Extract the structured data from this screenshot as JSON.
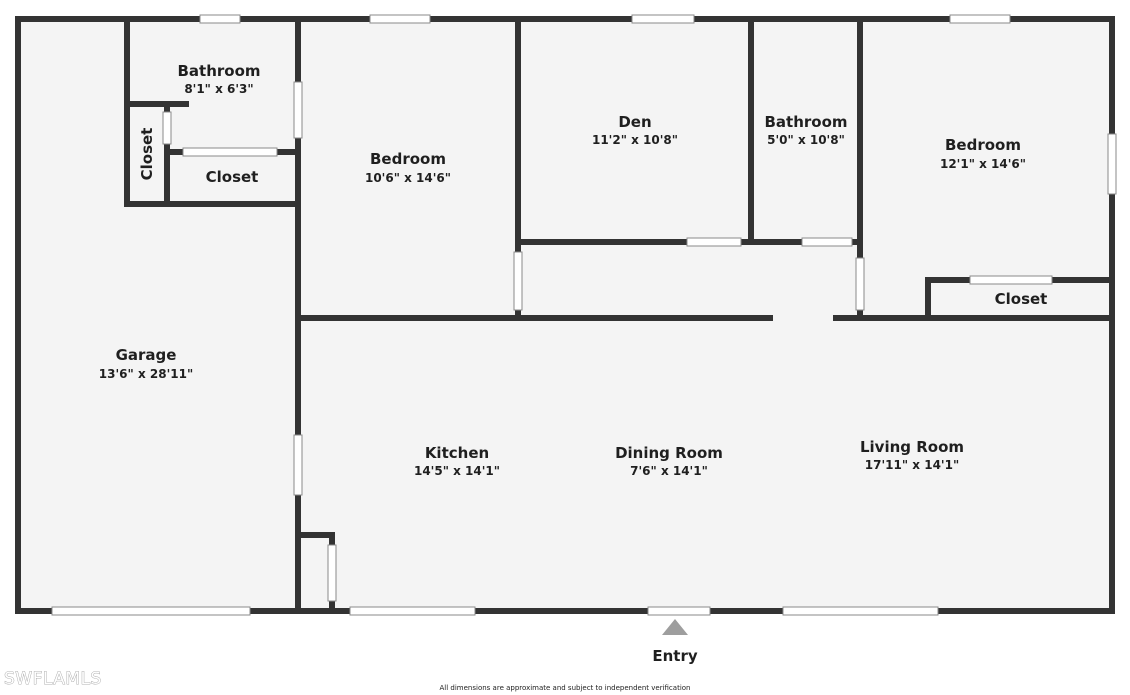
{
  "rooms": {
    "garage": {
      "name": "Garage",
      "dims": "13'6\" x 28'11\""
    },
    "bathroom_1": {
      "name": "Bathroom",
      "dims": "8'1\" x 6'3\""
    },
    "closet_1": {
      "name": "Closet"
    },
    "closet_2": {
      "name": "Closet"
    },
    "bedroom_1": {
      "name": "Bedroom",
      "dims": "10'6\" x 14'6\""
    },
    "den": {
      "name": "Den",
      "dims": "11'2\" x 10'8\""
    },
    "bathroom_2": {
      "name": "Bathroom",
      "dims": "5'0\" x 10'8\""
    },
    "bedroom_2": {
      "name": "Bedroom",
      "dims": "12'1\" x 14'6\""
    },
    "closet_3": {
      "name": "Closet"
    },
    "kitchen": {
      "name": "Kitchen",
      "dims": "14'5\" x 14'1\""
    },
    "dining_room": {
      "name": "Dining Room",
      "dims": "7'6\" x 14'1\""
    },
    "living_room": {
      "name": "Living Room",
      "dims": "17'11\" x 14'1\""
    }
  },
  "entry_label": "Entry",
  "disclaimer": "All dimensions are approximate and subject to independent verification",
  "watermark": "SWFLAMLS",
  "colors": {
    "wall": "#333333",
    "floor": "#f4f4f4",
    "opening": "#ffffff",
    "entry_arrow": "#9e9e9e"
  }
}
